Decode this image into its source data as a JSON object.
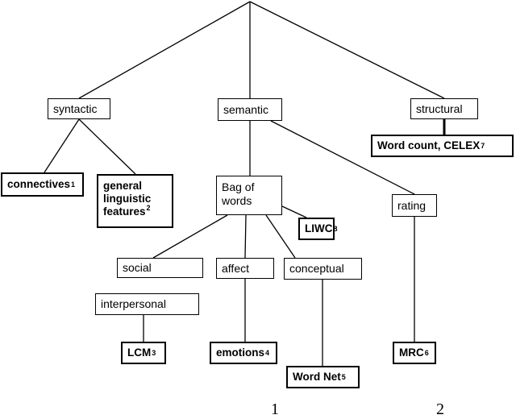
{
  "nodes": {
    "syntactic": {
      "label": "syntactic"
    },
    "semantic": {
      "label": "semantic"
    },
    "structural": {
      "label": "structural"
    },
    "word_count": {
      "label": "Word count, CELEX",
      "sup": "7"
    },
    "connectives": {
      "label": "connectives",
      "sup": "1"
    },
    "general": {
      "line1": "general",
      "line2": "linguistic",
      "line3": "features",
      "sup": "2"
    },
    "bag_of_words": {
      "line1": "Bag of",
      "line2": "words"
    },
    "liwc": {
      "label": "LIWC",
      "sup": "8"
    },
    "rating": {
      "label": "rating"
    },
    "social": {
      "label": "social"
    },
    "interpersonal": {
      "label": "interpersonal"
    },
    "affect": {
      "label": "affect"
    },
    "conceptual": {
      "label": "conceptual"
    },
    "lcm": {
      "label": "LCM",
      "sup": "3"
    },
    "emotions": {
      "label": "emotions",
      "sup": "4"
    },
    "wordnet": {
      "label": "Word Net",
      "sup": "5"
    },
    "mrc": {
      "label": "MRC",
      "sup": "6"
    }
  },
  "edges": [
    [
      "root",
      "syntactic"
    ],
    [
      "root",
      "semantic"
    ],
    [
      "root",
      "structural"
    ],
    [
      "syntactic",
      "connectives"
    ],
    [
      "syntactic",
      "general"
    ],
    [
      "semantic",
      "bag_of_words"
    ],
    [
      "semantic",
      "rating"
    ],
    [
      "bag_of_words",
      "social"
    ],
    [
      "bag_of_words",
      "affect"
    ],
    [
      "bag_of_words",
      "conceptual"
    ],
    [
      "bag_of_words",
      "liwc"
    ],
    [
      "interpersonal",
      "lcm"
    ],
    [
      "affect",
      "emotions"
    ],
    [
      "conceptual",
      "wordnet"
    ],
    [
      "rating",
      "mrc"
    ]
  ],
  "thick_edges": [
    [
      "structural",
      "word_count"
    ]
  ],
  "footer_marks": {
    "left": "1",
    "right": "2"
  }
}
